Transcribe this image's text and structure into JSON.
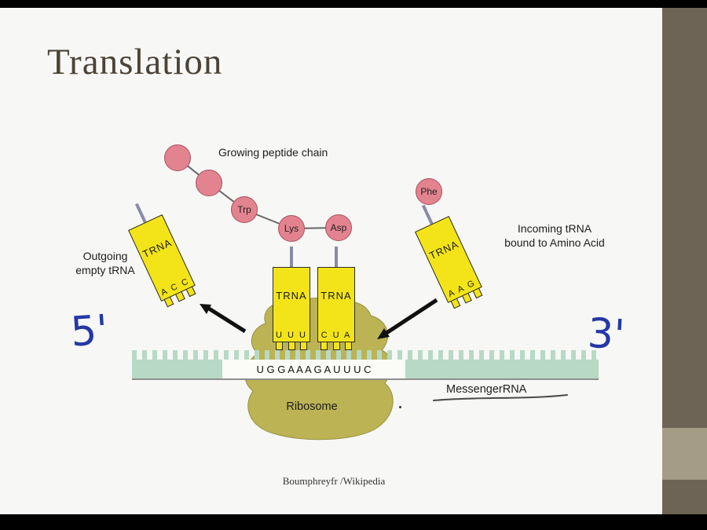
{
  "slide": {
    "title": "Translation",
    "credit": "Boumphreyfr /Wikipedia"
  },
  "diagram": {
    "peptide_label": "Growing peptide chain",
    "outgoing_label_line1": "Outgoing",
    "outgoing_label_line2": "empty tRNA",
    "incoming_label_line1": "Incoming  tRNA",
    "incoming_label_line2": "bound to Amino Acid",
    "ribosome_label": "Ribosome",
    "mrna_label": "MessengerRNA",
    "five_prime": "5'",
    "three_prime": "3'",
    "trna_label": "TRNA",
    "amino_acids": {
      "chain": [
        "Trp",
        "Lys",
        "Asp"
      ],
      "incoming": "Phe"
    },
    "anticodons": {
      "outgoing": "A C C",
      "p_site": "U U U",
      "a_site": "C U A",
      "incoming": "A A G"
    },
    "mrna_sequence": "U G G A A A G A U U U C"
  },
  "colors": {
    "amino_acid_fill": "#e2838f",
    "trna_fill": "#f3e419",
    "mrna_fill": "#b7d9c5",
    "ribosome_fill": "#bcb354",
    "annotation_blue": "#2438a6",
    "title_text": "#4b4337",
    "side_band": "#6e6455",
    "side_band_light": "#a49c86"
  }
}
